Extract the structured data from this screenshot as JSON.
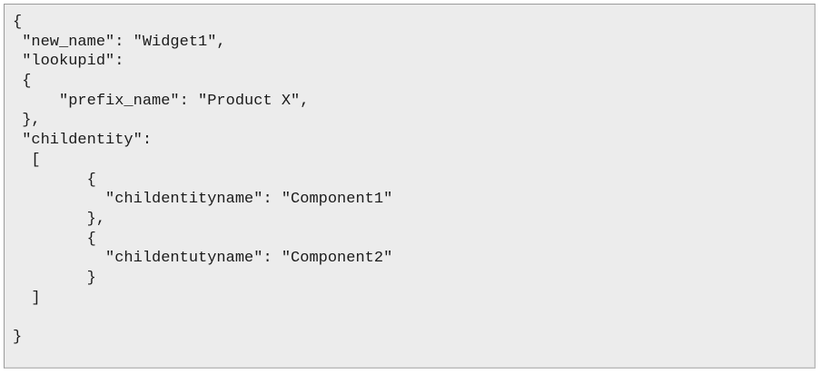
{
  "panel": {
    "kind": "code-block",
    "language": "json",
    "background_color": "#ececec",
    "border_color": "#9a9a9a",
    "text_color": "#1b1b1b"
  },
  "code": {
    "lines": [
      "{",
      " \"new_name\": \"Widget1\",",
      " \"lookupid\":",
      " {",
      "     \"prefix_name\": \"Product X\",",
      " },",
      " \"childentity\":",
      "  [",
      "        {",
      "          \"childentityname\": \"Component1\"",
      "        },",
      "        {",
      "          \"childentutyname\": \"Component2\"",
      "        }",
      "  ]",
      "",
      "}"
    ]
  },
  "parsed": {
    "new_name": "Widget1",
    "lookupid": {
      "prefix_name": "Product X"
    },
    "childentity": [
      {
        "childentityname": "Component1"
      },
      {
        "childentutyname": "Component2"
      }
    ]
  }
}
